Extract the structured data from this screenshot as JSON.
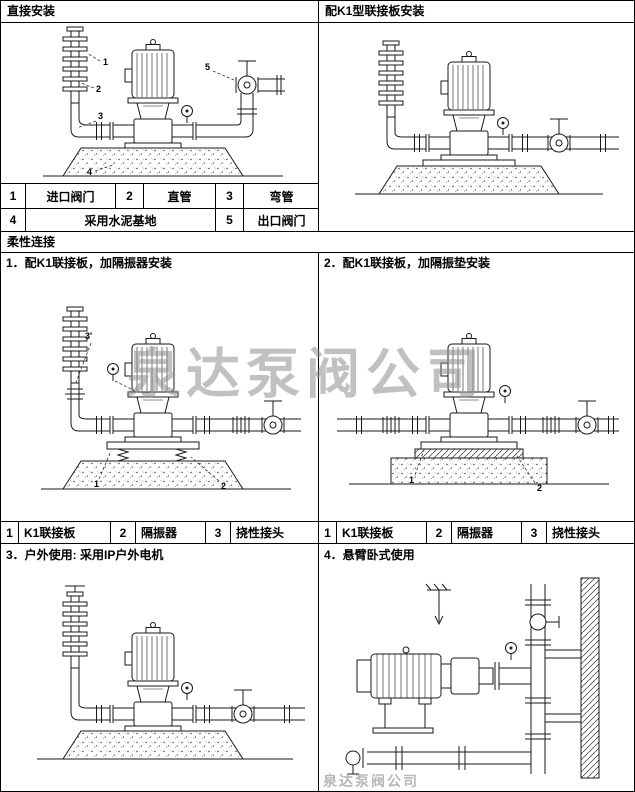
{
  "page": {
    "watermark": "泉达泵阀公司",
    "watermark_small": "泉达泵阀公司"
  },
  "sections": {
    "direct_title": "直接安装",
    "k1_title": "配K1型联接板安装",
    "flexible_title": "柔性连接",
    "flex1_title": "1．配K1联接板，加隔振器安装",
    "flex2_title": "2．配K1联接板，加隔振垫安装",
    "outdoor_title": "3．户外使用: 采用IP户外电机",
    "cantilever_title": "4．悬臂卧式使用"
  },
  "direct_parts": {
    "row1": [
      "1",
      "进口阀门",
      "2",
      "直管",
      "3",
      "弯管"
    ],
    "row2": [
      "4",
      "采用水泥基地",
      "5",
      "出口阀门"
    ]
  },
  "flex_parts": {
    "left": [
      "1",
      "K1联接板",
      "2",
      "隔振器",
      "3",
      "挠性接头"
    ],
    "right": [
      "1",
      "K1联接板",
      "2",
      "隔振器",
      "3",
      "挠性接头"
    ]
  },
  "annotations": {
    "direct": [
      "1",
      "2",
      "3",
      "4",
      "5"
    ],
    "flex1": [
      "3'",
      "1",
      "2"
    ],
    "flex2": [
      "1",
      "2"
    ]
  }
}
